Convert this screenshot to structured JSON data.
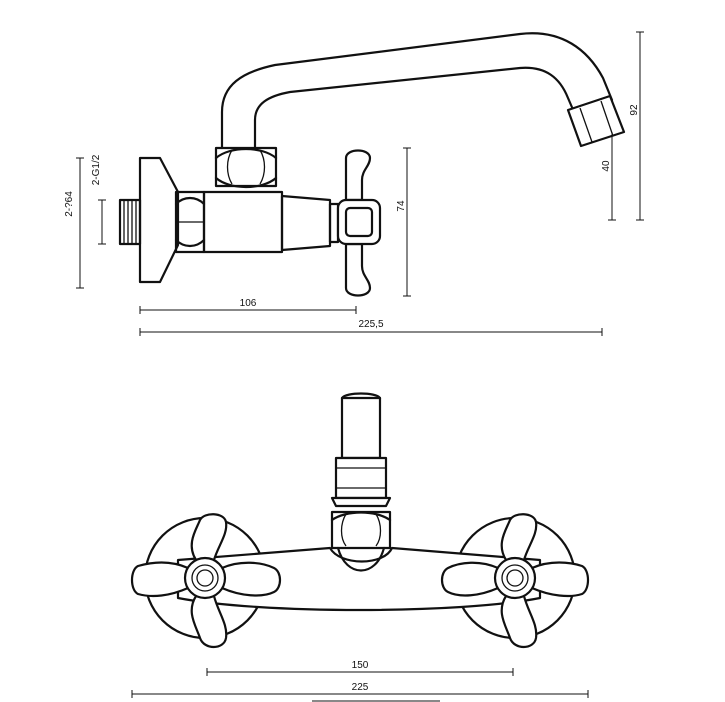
{
  "side_view": {
    "dimensions": {
      "flange": "2-?64",
      "thread": "2-G1/2",
      "handle_height": "74",
      "spout_drop": "40",
      "overall_height": "92",
      "axis_to_body": "106",
      "overall_length": "225,5"
    }
  },
  "front_view": {
    "dimensions": {
      "center_distance": "150",
      "overall_width": "225"
    }
  }
}
